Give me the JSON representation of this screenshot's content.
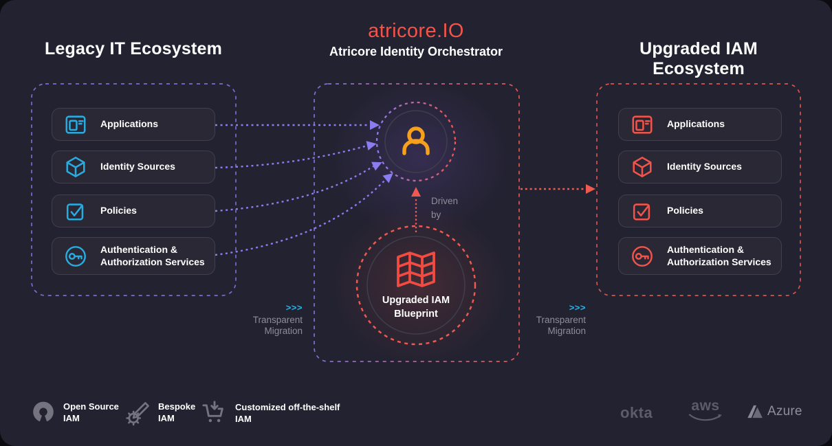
{
  "header": {
    "brand": "atricore.IO",
    "subtitle": "Atricore Identity Orchestrator"
  },
  "legacy_panel": {
    "title": "Legacy IT Ecosystem",
    "items": [
      {
        "icon": "browser-window-icon",
        "label": "Applications"
      },
      {
        "icon": "cube-icon",
        "label": "Identity Sources"
      },
      {
        "icon": "checkbox-icon",
        "label": "Policies"
      },
      {
        "icon": "key-icon",
        "label": "Authentication & Authorization Services"
      }
    ]
  },
  "upgraded_panel": {
    "title": "Upgraded IAM Ecosystem",
    "items": [
      {
        "icon": "browser-window-icon",
        "label": "Applications"
      },
      {
        "icon": "cube-icon",
        "label": "Identity Sources"
      },
      {
        "icon": "checkbox-icon",
        "label": "Policies"
      },
      {
        "icon": "key-icon",
        "label": "Authentication & Authorization Services"
      }
    ]
  },
  "orchestrator": {
    "user_icon": "user-icon",
    "driven_by": "Driven by",
    "blueprint": {
      "icon": "blueprint-map-icon",
      "label": "Upgraded IAM Blueprint"
    }
  },
  "migration_left": {
    "chevrons": ">>>",
    "label": "Transparent Migration"
  },
  "migration_right": {
    "chevrons": ">>>",
    "label": "Transparent Migration"
  },
  "legend": {
    "items": [
      {
        "icon": "open-source-icon",
        "label": "Open Source IAM"
      },
      {
        "icon": "gear-pencil-icon",
        "label": "Bespoke IAM"
      },
      {
        "icon": "cart-download-icon",
        "label": "Customized off-the-shelf IAM"
      }
    ]
  },
  "vendors": [
    {
      "name": "okta"
    },
    {
      "name": "aws"
    },
    {
      "name": "Azure"
    }
  ],
  "colors": {
    "background": "#232231",
    "accent_red": "#F1544B",
    "accent_blue": "#29ABDF",
    "accent_purple": "#8B7CF0",
    "accent_orange": "#F6A01D",
    "text_muted": "#8E8D99"
  }
}
